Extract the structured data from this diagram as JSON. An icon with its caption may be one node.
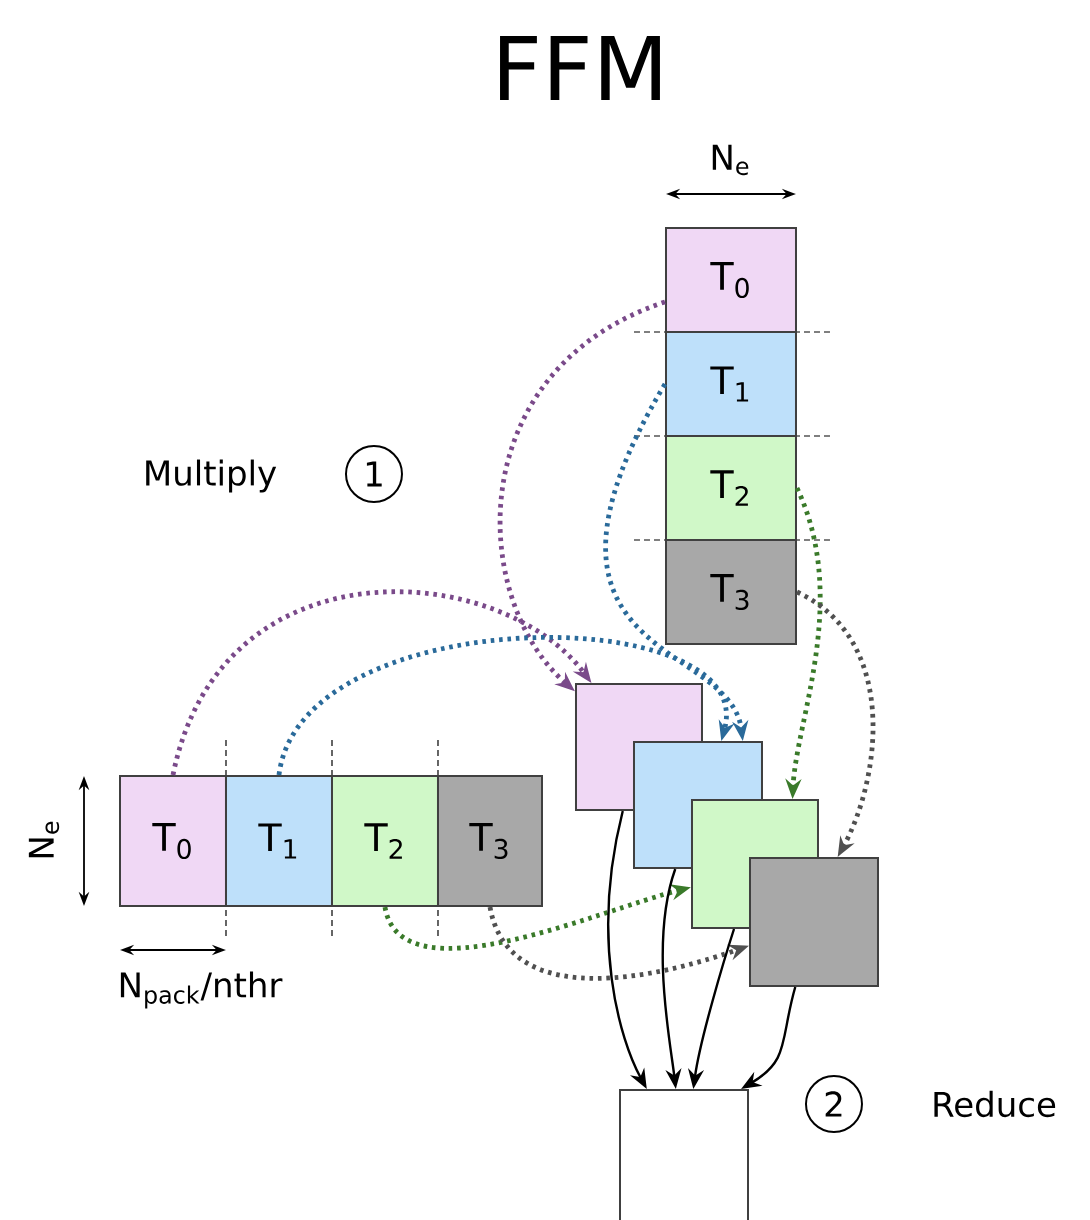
{
  "diagram": {
    "title": "FFM",
    "nodes": [
      {
        "text": [
          "T$_{0}$"
        ]
      },
      {
        "text": [
          "T$_{1}$"
        ]
      },
      {
        "text": [
          "T$_{2}$"
        ]
      },
      {
        "text": [
          "T$_{3}$"
        ]
      },
      {
        "text": [
          "T$_{0}$"
        ]
      },
      {
        "text": [
          "T$_{1}$"
        ]
      },
      {
        "text": [
          "T$_{2}$"
        ]
      },
      {
        "text": [
          "T$_{3}$"
        ]
      },
      {
        "text": [],
        "shape": "box"
      },
      {
        "text": [],
        "shape": "box"
      },
      {
        "text": [],
        "shape": "box"
      },
      {
        "text": [],
        "shape": "box"
      },
      {
        "text": [],
        "shape": "box"
      },
      {
        "text": [
          "1"
        ]
      },
      {
        "text": [
          "2"
        ]
      }
    ],
    "edges": [
      {
        "from": 0,
        "to": 8,
        "arrow": "to",
        "style": "dashed",
        "color": "#7a4a8a"
      },
      {
        "from": 1,
        "to": 9,
        "arrow": "to",
        "style": "dashed",
        "color": "#2a6a9a"
      },
      {
        "from": 2,
        "to": 10,
        "arrow": "to",
        "style": "dashed",
        "color": "#3a7a2a"
      },
      {
        "from": 3,
        "to": 11,
        "arrow": "to",
        "style": "dashed",
        "color": "#505050"
      },
      {
        "from": 4,
        "to": 8,
        "arrow": "to",
        "style": "dashed",
        "color": "#7a4a8a"
      },
      {
        "from": 5,
        "to": 9,
        "arrow": "to",
        "style": "dashed",
        "color": "#2a6a9a"
      },
      {
        "from": 6,
        "to": 10,
        "arrow": "to",
        "style": "dashed",
        "color": "#3a7a2a"
      },
      {
        "from": 7,
        "to": 11,
        "arrow": "to",
        "style": "dashed",
        "color": "#505050"
      },
      {
        "from": 8,
        "to": 12,
        "arrow": "to"
      },
      {
        "from": 9,
        "to": 12,
        "arrow": "to"
      },
      {
        "from": 10,
        "to": 12,
        "arrow": "to"
      },
      {
        "from": 11,
        "to": 12,
        "arrow": "to"
      }
    ],
    "labels": [
      "N$_{e}$",
      "Multiply",
      "N$_{e}$",
      "N$_{pack}$/nthr",
      "Reduce"
    ]
  }
}
